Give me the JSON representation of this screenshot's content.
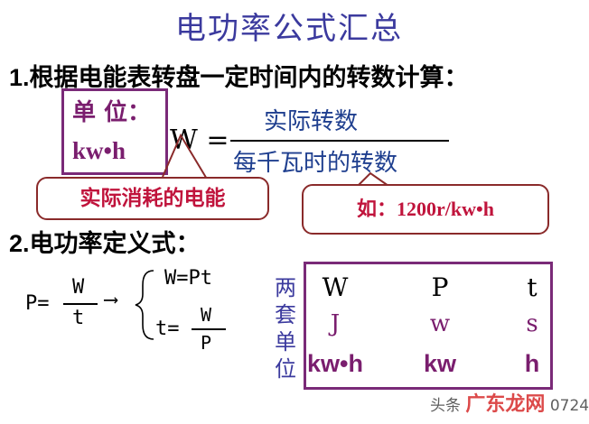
{
  "title": "电功率公式汇总",
  "section1": {
    "number": "1.",
    "text": "根据电能表转盘一定时间内的转数计算："
  },
  "unit_box": {
    "label": "单 位：",
    "value": "kw•h"
  },
  "formula1": {
    "lhs": "W =",
    "numerator": "实际转数",
    "denominator": "每千瓦时的转数"
  },
  "callouts": {
    "energy": "实际消耗的电能",
    "example_prefix": "如：",
    "example_value": "1200r/kw•h"
  },
  "section2": {
    "number": "2.",
    "text": "电功率定义式："
  },
  "formula2": {
    "p_lhs": "P=",
    "p_num": "W",
    "p_den": "t",
    "arrow": "⟶",
    "w_eq": "W=Pt",
    "t_lhs": "t=",
    "t_num": "W",
    "t_den": "P"
  },
  "units_table": {
    "side_label": [
      "两",
      "套",
      "单",
      "位"
    ],
    "row1": [
      "W",
      "P",
      "t"
    ],
    "row2": [
      "J",
      "w",
      "s"
    ],
    "row3": [
      "kw•h",
      "kw",
      "h"
    ]
  },
  "watermark": {
    "prefix": "头条",
    "brand": "广东龙网",
    "suffix": "0724"
  }
}
